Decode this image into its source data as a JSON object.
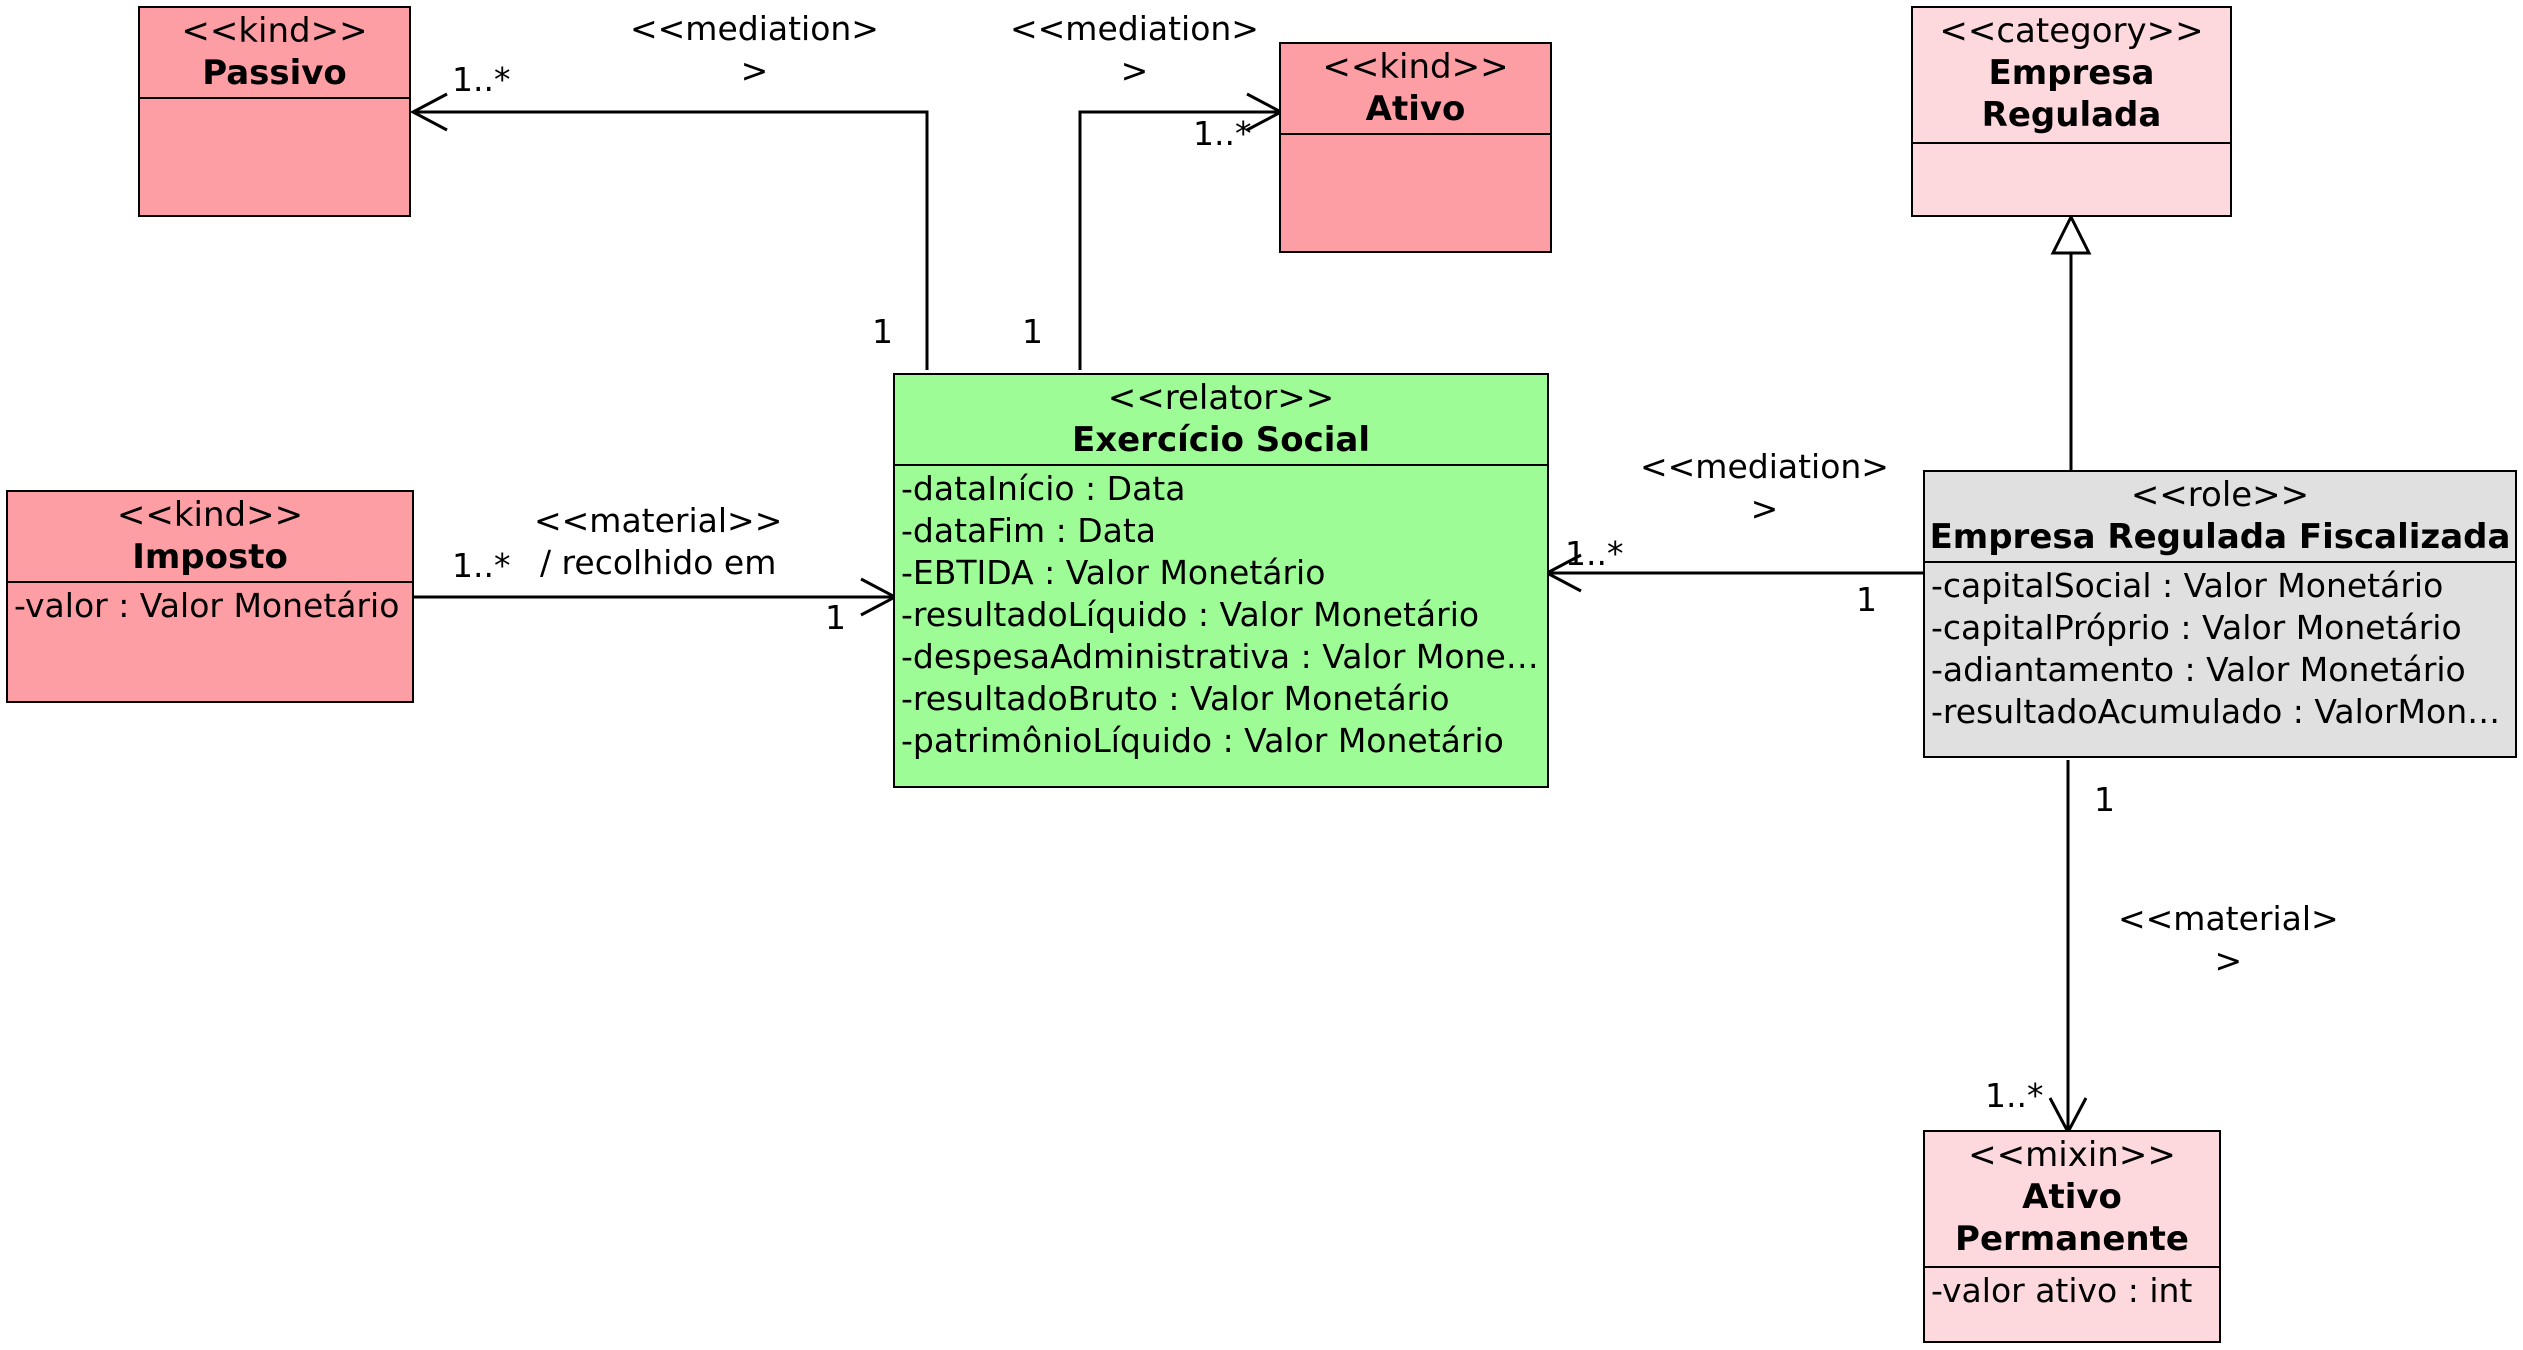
{
  "diagram": {
    "classes": {
      "passivo": {
        "stereotype": "<<kind>>",
        "name": "Passivo",
        "attributes": [],
        "color": "#fc9ea4"
      },
      "ativo": {
        "stereotype": "<<kind>>",
        "name": "Ativo",
        "attributes": [],
        "color": "#fc9ea4"
      },
      "imposto": {
        "stereotype": "<<kind>>",
        "name": "Imposto",
        "attributes": [
          "-valor : Valor Monetário"
        ],
        "color": "#fc9ea4"
      },
      "exercicio": {
        "stereotype": "<<relator>>",
        "name": "Exercício Social",
        "attributes": [
          "-dataInício : Data",
          "-dataFim : Data",
          "-EBTIDA : Valor Monetário",
          "-resultadoLíquido : Valor Monetário",
          "-despesaAdministrativa : Valor Monet...",
          "-resultadoBruto : Valor Monetário",
          "-patrimônioLíquido : Valor Monetário"
        ],
        "color": "#9dfc95"
      },
      "empresa_regulada": {
        "stereotype": "<<category>>",
        "name": "Empresa Regulada",
        "attributes": [],
        "color": "#fdd9de"
      },
      "empresa_fiscalizada": {
        "stereotype": "<<role>>",
        "name": "Empresa Regulada Fiscalizada",
        "attributes": [
          "-capitalSocial : Valor Monetário",
          "-capitalPróprio : Valor Monetário",
          "-adiantamento : Valor Monetário",
          "-resultadoAcumulado : ValorMone..."
        ],
        "color": "#e0e0e0"
      },
      "ativo_permanente": {
        "stereotype": "<<mixin>>",
        "name": "Ativo Permanente",
        "attributes": [
          "-valor ativo : int"
        ],
        "color": "#fdd9de"
      }
    },
    "labels": {
      "med_passivo": [
        "<<mediation>",
        ">"
      ],
      "med_ativo": [
        "<<mediation>",
        ">"
      ],
      "material_imposto": [
        "<<material>>",
        "/ recolhido em"
      ],
      "med_empresa": [
        "<<mediation>",
        ">"
      ],
      "material_ativo_perm": [
        "<<material>",
        ">"
      ]
    },
    "multiplicities": {
      "passivo_end": "1..*",
      "passivo_src": "1",
      "ativo_end": "1..*",
      "ativo_src": "1",
      "imposto_src": "1..*",
      "imposto_end": "1",
      "empresa_end": "1..*",
      "empresa_src": "1",
      "perm_src": "1",
      "perm_end": "1..*"
    }
  }
}
